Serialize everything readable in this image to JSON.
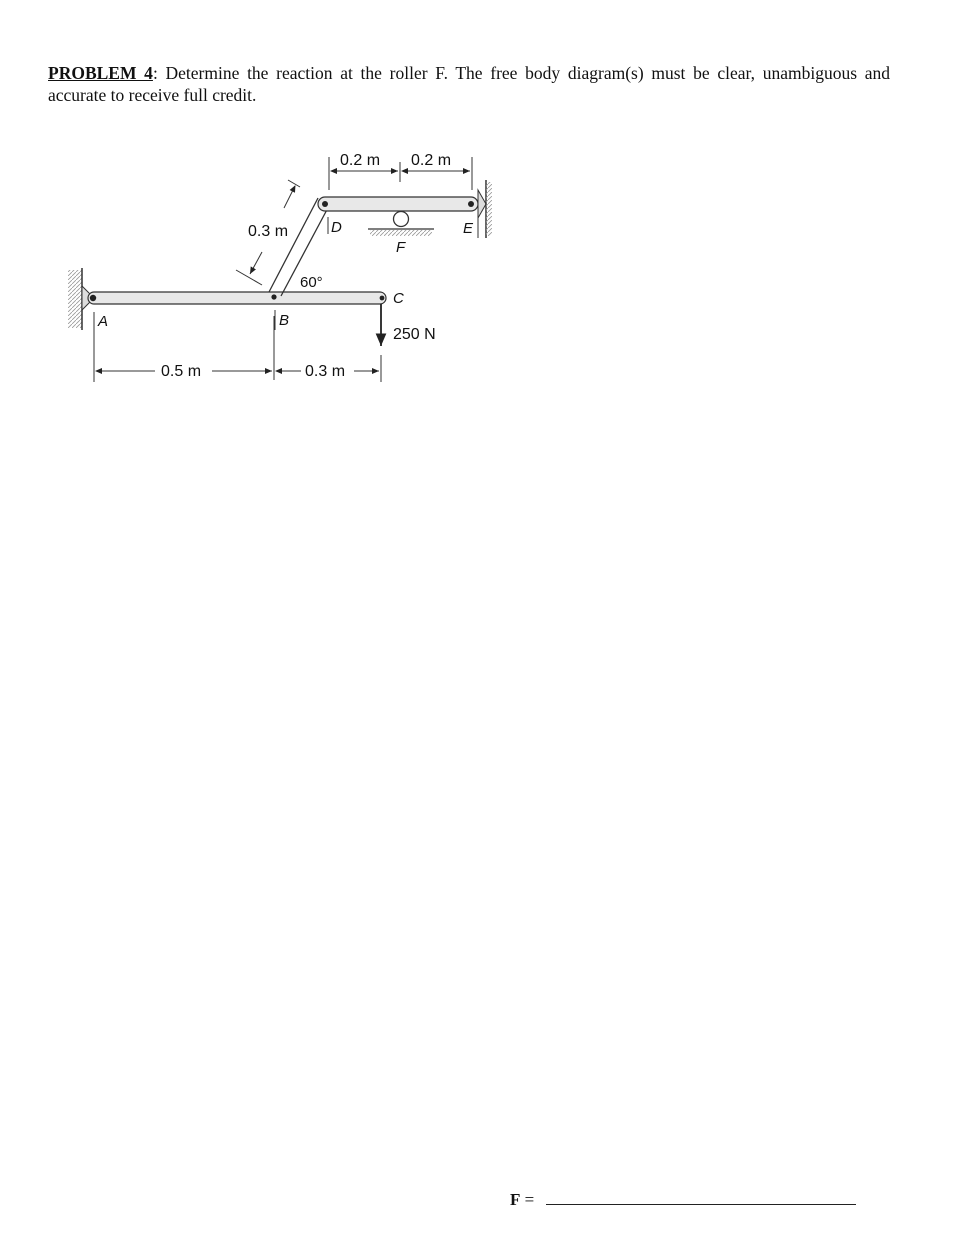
{
  "problem": {
    "heading": "PROBLEM 4",
    "text": ": Determine the reaction at the roller F. The free body diagram(s) must be clear, unambiguous and accurate to receive full credit."
  },
  "figure": {
    "dim_top_left": "0.2 m",
    "dim_top_right": "0.2 m",
    "dim_diag": "0.3 m",
    "angle": "60°",
    "dim_bottom_left": "0.5 m",
    "dim_bottom_right": "0.3 m",
    "load": "250 N",
    "label_A": "A",
    "label_B": "B",
    "label_C": "C",
    "label_D": "D",
    "label_E": "E",
    "label_F": "F"
  },
  "answer": {
    "label": "F",
    "equals": "="
  }
}
